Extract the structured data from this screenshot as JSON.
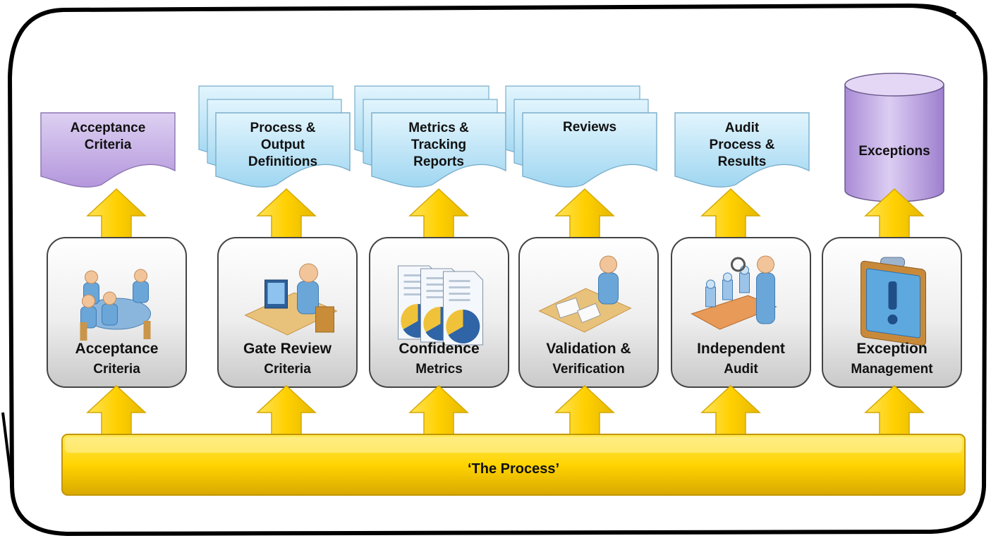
{
  "outputs": [
    {
      "id": "acceptance",
      "kind": "document",
      "stack": 1,
      "color": "lavender",
      "lines": [
        "Acceptance",
        "Criteria"
      ]
    },
    {
      "id": "gate-review",
      "kind": "document",
      "stack": 3,
      "color": "blue",
      "lines": [
        "Process &",
        "Output",
        "Definitions"
      ]
    },
    {
      "id": "confidence",
      "kind": "document",
      "stack": 3,
      "color": "blue",
      "lines": [
        "Metrics &",
        "Tracking",
        "Reports"
      ]
    },
    {
      "id": "validation",
      "kind": "document",
      "stack": 3,
      "color": "blue",
      "lines": [
        "Reviews"
      ]
    },
    {
      "id": "audit",
      "kind": "document",
      "stack": 1,
      "color": "blue",
      "lines": [
        "Audit",
        "Process &",
        "Results"
      ]
    },
    {
      "id": "exception",
      "kind": "database",
      "stack": 1,
      "color": "lavender",
      "lines": [
        "Exceptions"
      ]
    }
  ],
  "activities": [
    {
      "id": "acceptance",
      "icon": "meeting-icon",
      "title": "Acceptance",
      "subtitle": "Criteria"
    },
    {
      "id": "gate-review",
      "icon": "workstation-icon",
      "title": "Gate Review",
      "subtitle": "Criteria"
    },
    {
      "id": "confidence",
      "icon": "metrics-report-icon",
      "title": "Confidence",
      "subtitle": "Metrics"
    },
    {
      "id": "validation",
      "icon": "review-desk-icon",
      "title": "Validation &",
      "subtitle": "Verification"
    },
    {
      "id": "audit",
      "icon": "inspector-icon",
      "title": "Independent",
      "subtitle": "Audit"
    },
    {
      "id": "exception",
      "icon": "alert-board-icon",
      "title": "Exception",
      "subtitle": "Management"
    }
  ],
  "process_bar": {
    "label": "‘The Process’"
  },
  "colors": {
    "lavender": "#c8aee8",
    "blue": "#bfe6f8",
    "arrow": "#ffd400",
    "bar": "#ffd400"
  }
}
